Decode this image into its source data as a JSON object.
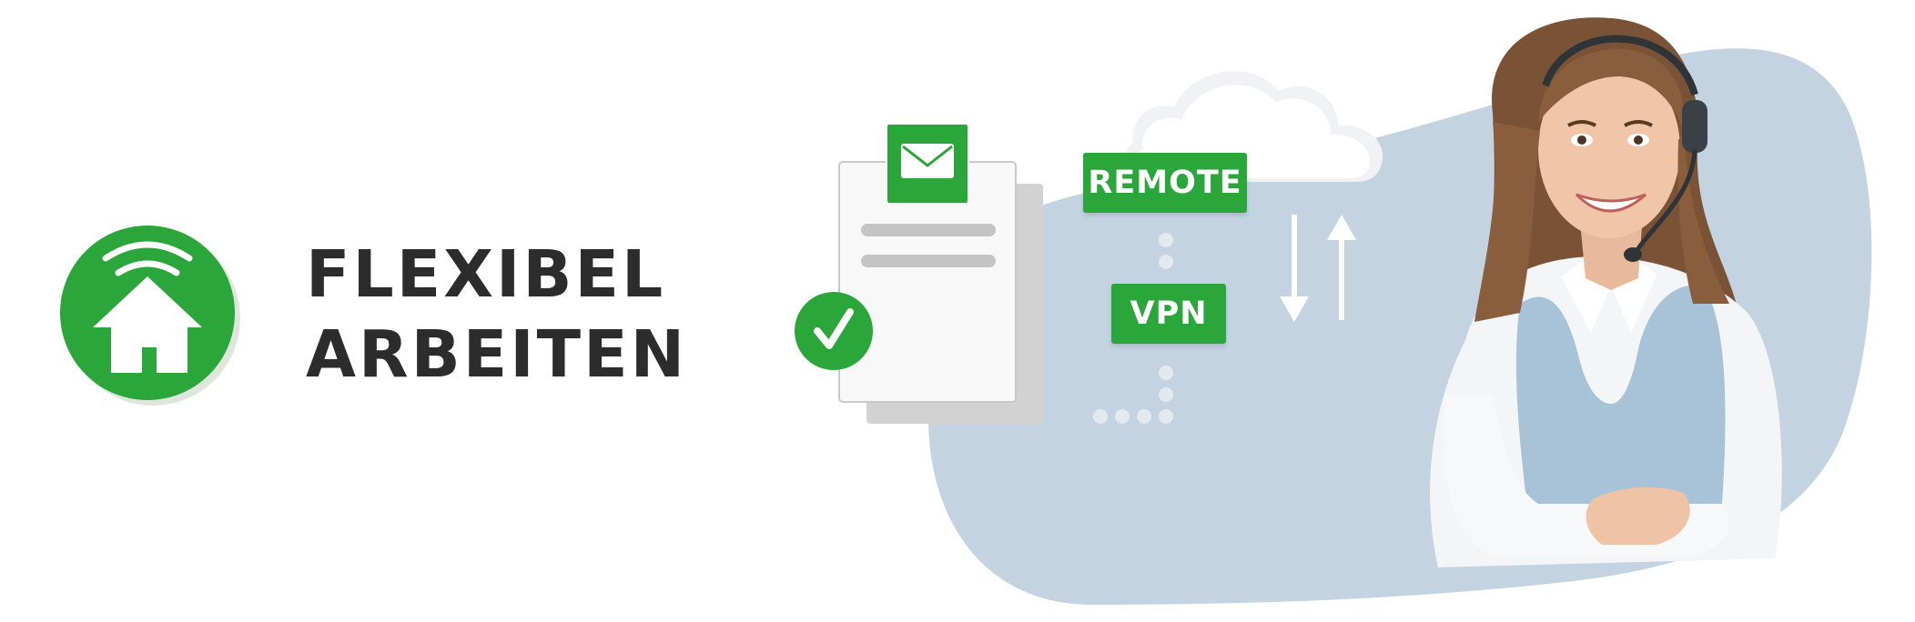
{
  "headline": {
    "line1": "FLEXIBEL",
    "line2": "ARBEITEN"
  },
  "labels": {
    "remote": "REMOTE",
    "vpn": "VPN"
  },
  "colors": {
    "brand_green": "#2aa63a",
    "backdrop_blue": "#c3d3e2",
    "text_dark": "#2c2c2c"
  },
  "icons": [
    "home-wifi-icon",
    "envelope-icon",
    "checkmark-icon",
    "cloud-icon",
    "transfer-arrows-icon"
  ]
}
